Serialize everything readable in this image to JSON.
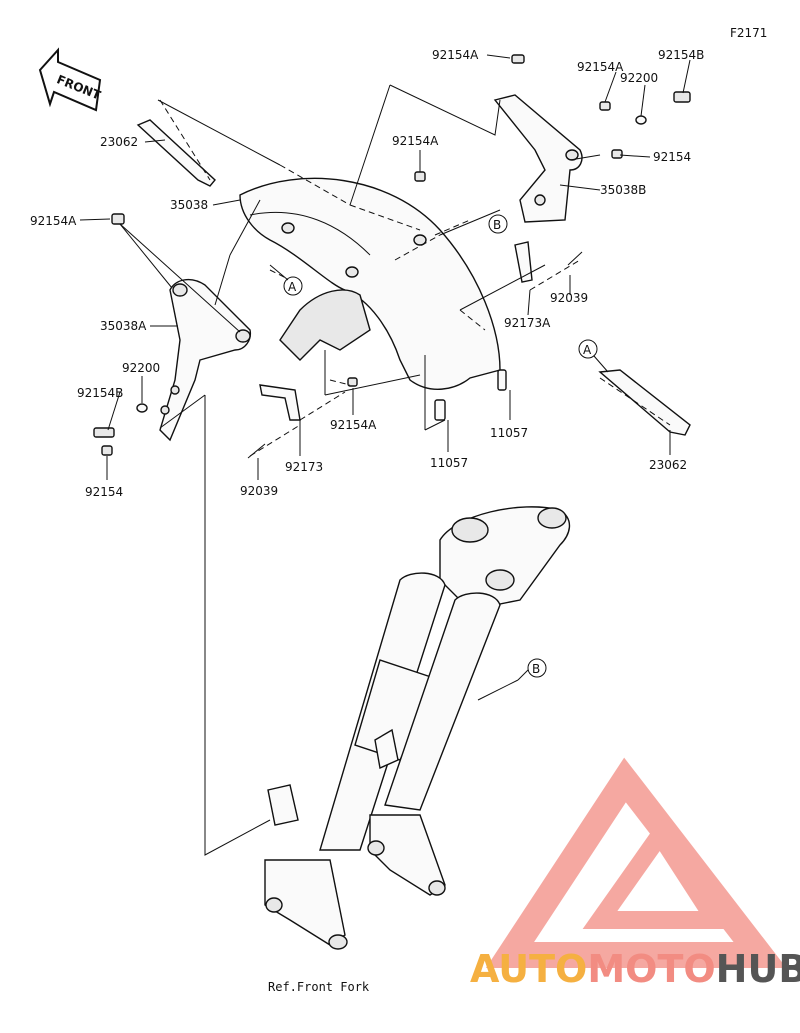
{
  "figure_code": "F2171",
  "front_marker": "FRONT",
  "reference_note": "Ref.Front Fork",
  "ref_circles": {
    "a": "A",
    "b": "B"
  },
  "labels": {
    "p92154A_top": "92154A",
    "p92154A_top2": "92154A",
    "p92154B_top": "92154B",
    "p92200_top": "92200",
    "p92154_top": "92154",
    "p35038B": "35038B",
    "p23062_top": "23062",
    "p92154A_mid": "92154A",
    "p35038": "35038",
    "p92154A_left": "92154A",
    "p35038A": "35038A",
    "p92200_left": "92200",
    "p92154B_left": "92154B",
    "p92154_left": "92154",
    "p92039_right": "92039",
    "p92173A": "92173A",
    "p11057_right": "11057",
    "p23062_right": "23062",
    "p92154A_lower": "92154A",
    "p11057_lower": "11057",
    "p92173": "92173",
    "p92039_left": "92039"
  },
  "watermark": {
    "part1": "AUTO",
    "part2": "MOTO",
    "part3": "HUB",
    "color_main": "#f28c82",
    "color_accent": "#f5b041",
    "color_dark": "#555555"
  }
}
